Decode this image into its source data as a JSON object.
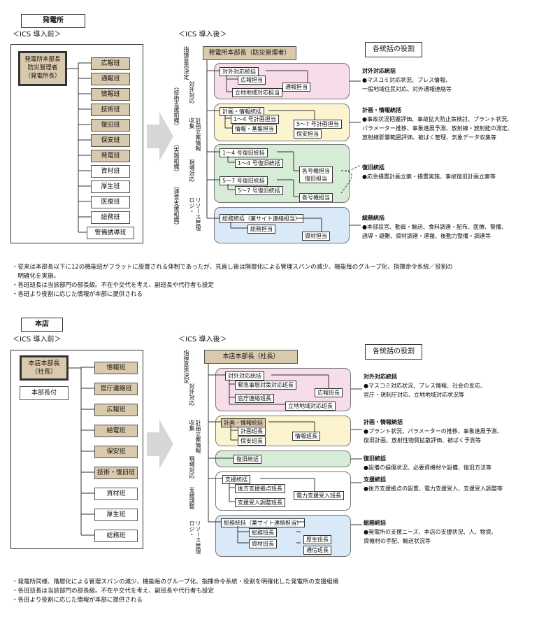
{
  "power_station": {
    "section_title": "発電所",
    "before_label": "＜ICS 導入前＞",
    "after_label": "＜ICS 導入後＞",
    "before": {
      "chief": "発電所本部長\n防災管理者\n（発電所長）",
      "teams": [
        "広報班",
        "通報班",
        "情報班",
        "技術班",
        "復旧班",
        "保安班",
        "発電班",
        "資材班",
        "厚生班",
        "医療班",
        "総務班",
        "警備誘導班"
      ]
    },
    "after": {
      "chief": "発電所本部長（防災管理者）",
      "side_labels": {
        "command": "指揮意思決定",
        "tech": "（技術支援組織）",
        "impl": "（実施組織）",
        "ops": "（運営支援組織）",
        "external": "対外対応",
        "planning": "計画立案情報収集",
        "field": "現場対応",
        "logistics": "リソース管理ロジ・"
      },
      "groups": {
        "external": {
          "head": "対外対応統括",
          "items": [
            "広報担当",
            "立地地域対応担当",
            "通報担当"
          ]
        },
        "planning": {
          "head": "計画・情報統括",
          "items": [
            "1～4 号計画担当",
            "5～7 号計画担当",
            "情報・基盤担当",
            "保安担当"
          ]
        },
        "field": {
          "head1": "1～4 号復旧統括",
          "sub1": "1～4 号復旧統括",
          "head2": "5～7 号復旧統括",
          "sub2": "5～7 号復旧統括",
          "items": [
            "各号機担当\n復旧担当",
            "各号機担当"
          ]
        },
        "logistics": {
          "head": "総務統括（兼サイト連絡担当）",
          "items": [
            "総務担当",
            "資材担当"
          ]
        }
      }
    },
    "roles": {
      "title": "各統括の役割",
      "items": [
        {
          "head": "対外対応統括",
          "desc": "●マスコミ対応状況、プレス情報、\n一般地域住民対応、対外通報連絡等"
        },
        {
          "head": "計画・情報統括",
          "desc": "●事故状況把握評価、事故拡大防止策検討、プラント状況、\nパラメーター推移、事象進展予測、放射線・放射能の測定、\n放射線影響範囲評価、被ばく管理、気象データ収集等"
        },
        {
          "head": "復旧統括",
          "desc": "●応急措置計画立案・措置実施、事故復旧計画立案等"
        },
        {
          "head": "総務統括",
          "desc": "●本部設営、動員・輸送、食料調達・配布、医療、警備、\n誘導・避難、資材調達・運搬、後動力整備・調達等"
        }
      ]
    },
    "notes": "・従来は本部長以下に12の機能班がフラットに設置される体制であったが、見直し後は階層化による管理スパンの減少、機能毎のグループ化、指揮命令系統／役割の\n　明確化を実施。\n・各班班長は当該部門の部長級。不在や交代を考え、副班長や代行者も設定\n・各班より役割に応じた情報が本部に提供される"
  },
  "head_office": {
    "section_title": "本店",
    "before_label": "＜ICS 導入前＞",
    "after_label": "＜ICS 導入後＞",
    "before": {
      "chief": "本店本部長\n（社長）",
      "deputy": "本部長付",
      "teams": [
        "情報班",
        "官庁連絡班",
        "広報班",
        "給電班",
        "保安班",
        "技術・復旧班",
        "資材班",
        "厚生班",
        "総務班"
      ]
    },
    "after": {
      "chief": "本店本部長（社長）",
      "side_labels": {
        "command": "指揮意思決定",
        "external": "対外対応",
        "planning": "計画立案情報収集",
        "field": "現場対応",
        "support": "支援調整",
        "logistics": "リソース管理ロジ・"
      },
      "groups": {
        "external": {
          "head": "対外対応統括",
          "items": [
            "緊急事態対策対応班長",
            "官庁連絡班長",
            "広報班長",
            "立地地域対応班長"
          ]
        },
        "planning": {
          "head": "計画・情報統括",
          "items": [
            "計画班長",
            "保安班長",
            "情報班長"
          ]
        },
        "field": {
          "head": "復旧統括"
        },
        "support": {
          "head": "支援統括",
          "items": [
            "後方支援拠点班長",
            "支援受入調整班長",
            "電力支援受入班長"
          ]
        },
        "logistics": {
          "head": "総務統括（兼サイト連絡担当）",
          "items": [
            "総務班長",
            "資材班長",
            "厚生班長",
            "通信班長"
          ]
        }
      }
    },
    "roles": {
      "title": "各統括の役割",
      "items": [
        {
          "head": "対外対応統括",
          "desc": "●マスコミ対応状況、プレス情報、社会の反応、\n官庁・規制庁対応、立地地域対応状況等"
        },
        {
          "head": "計画・情報統括",
          "desc": "●プラント状況、パラメーターの推移、事象進展予測、\n復旧計画、放射性物質拡散評価、被ばく予測等"
        },
        {
          "head": "復旧統括",
          "desc": "●設備の損傷状況、必要資機材や設備、復旧方法等"
        },
        {
          "head": "支援統括",
          "desc": "●後方支援拠点の設置、電力支援受入、支援受入調整等"
        },
        {
          "head": "総務統括",
          "desc": "●発電所の支援ニーズ、本店の支援状況、人、物資、\n資機材の手配、輸送状況等"
        }
      ]
    },
    "notes": "・発電所同様、階層化による管理スパンの減少、機能毎のグループ化、指揮命令系統・役割を明確化した発電所の支援組織\n・各班班長は当該部門の部長級。不在や交代を考え、副班長や代行者も設定\n・各班より役割に応じた情報が本部に提供される"
  }
}
